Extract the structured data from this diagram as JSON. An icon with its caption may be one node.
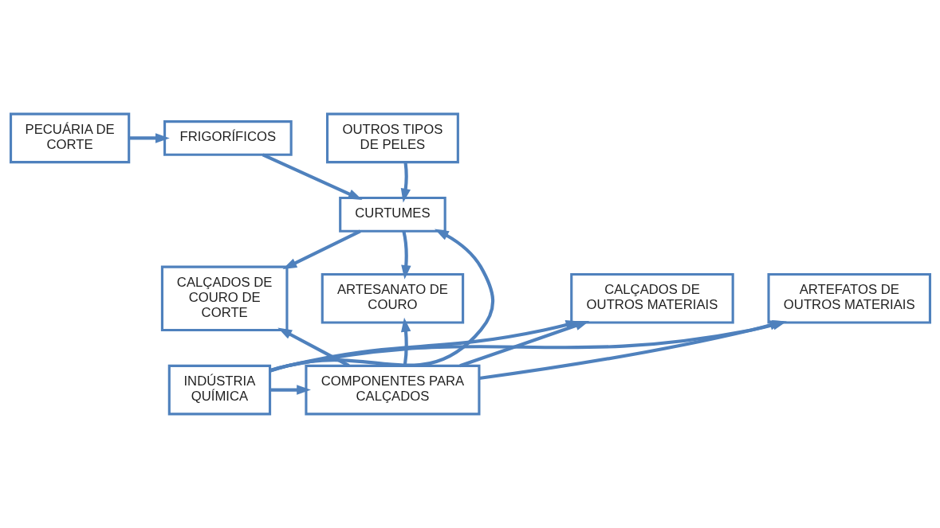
{
  "diagram": {
    "nodes": [
      {
        "text": [
          "PECUÁRIA DE CORTE"
        ]
      },
      {
        "text": [
          "FRIGORÍFICOS"
        ]
      },
      {
        "text": [
          "OUTROS TIPOS DE PELES"
        ]
      },
      {
        "text": [
          "CURTUMES"
        ]
      },
      {
        "text": [
          "CALÇADOS DE OUTROS MATERIAIS"
        ]
      },
      {
        "text": [
          "ARTEFATOS DE OUTROS MATERIAIS"
        ]
      },
      {
        "text": [
          "CALÇADOS DE COURO DE CORTE"
        ]
      },
      {
        "text": [
          "ARTESANATO DE COURO"
        ]
      },
      {
        "text": [
          "INDÚSTRIA QUÍMICA"
        ]
      },
      {
        "text": [
          "COMPONENTES PARA CALÇADOS"
        ]
      }
    ],
    "edges": [
      {
        "from": 0,
        "to": 1,
        "arrow": "to"
      },
      {
        "from": 1,
        "to": 3,
        "arrow": "to"
      },
      {
        "from": 2,
        "to": 3,
        "arrow": "to"
      },
      {
        "from": 3,
        "to": 6,
        "arrow": "to"
      },
      {
        "from": 3,
        "to": 7,
        "arrow": "to"
      },
      {
        "from": 8,
        "to": 3,
        "arrow": "to"
      },
      {
        "from": 8,
        "to": 5,
        "arrow": "to"
      },
      {
        "from": 8,
        "to": 4,
        "arrow": "to"
      },
      {
        "from": 8,
        "to": 9,
        "arrow": "to"
      },
      {
        "from": 9,
        "to": 4,
        "arrow": "to"
      },
      {
        "from": 9,
        "to": 5,
        "arrow": "to"
      },
      {
        "from": 9,
        "to": 6,
        "arrow": "to"
      },
      {
        "from": 9,
        "to": 7,
        "arrow": "to"
      }
    ]
  }
}
